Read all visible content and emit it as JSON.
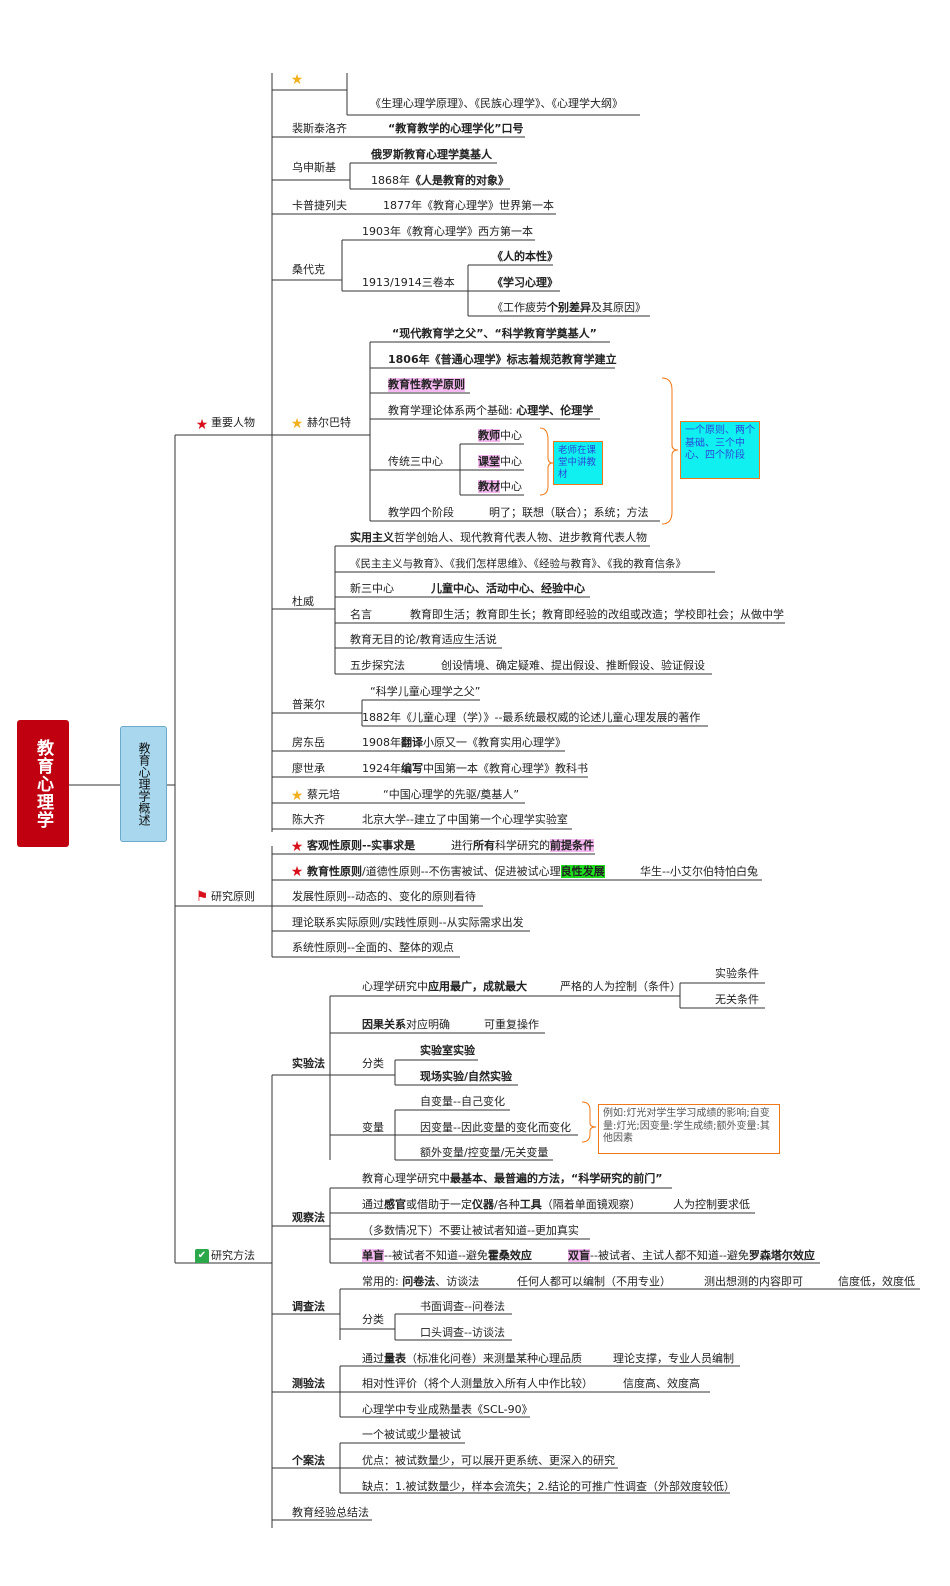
{
  "root": "教育心理学",
  "sub": "教育心理学概述",
  "branches": {
    "people": "重要人物",
    "principles": "研究原则",
    "methods": "研究方法"
  },
  "top": {
    "books": "《生理心理学原理》、《民族心理学》、《心理学大纲》"
  },
  "fst": {
    "name": "裴斯泰洛齐",
    "slogan": "“教育教学的心理学化”口号"
  },
  "wsj": {
    "name": "乌申斯基",
    "title": "俄罗斯教育心理学奠基人",
    "book_pre": "1868年",
    "book": "《人是教育的对象》"
  },
  "kpj": {
    "name": "卡普捷列夫",
    "text": "1877年《教育心理学》世界第一本"
  },
  "sdk": {
    "name": "桑代克",
    "t1": "1903年《教育心理学》西方第一本",
    "t2": "1913/1914三卷本",
    "v1": "《人的本性》",
    "v2": "《学习心理》",
    "v3_pre": "《工作疲劳",
    "v3_b": "个别差异",
    "v3_post": "及其原因》"
  },
  "hebt": {
    "name": "赫尔巴特",
    "f1": "“现代教育学之父”、“科学教育学奠基人”",
    "f2": "1806年《普通心理学》标志着规范教育学建立",
    "f3": "教育性教学原则",
    "f4_pre": "教育学理论体系两个基础:",
    "f4_b": "心理学、伦理学",
    "f5": "传统三中心",
    "c1a": "教师",
    "c1b": "中心",
    "c2a": "课堂",
    "c2b": "中心",
    "c3a": "教材",
    "c3b": "中心",
    "note3": "老师在课堂中讲教材",
    "f6": "教学四个阶段",
    "f6v": "明了；联想（联合）；系统；方法",
    "note4": "一个原则、两个基础、三个中心、四个阶段"
  },
  "dewey": {
    "name": "杜威",
    "d1_b": "实用主义",
    "d1": "哲学创始人、现代教育代表人物、进步教育代表人物",
    "d2": "《民主主义与教育》、《我们怎样思维》、《经验与教育》、《我的教育信条》",
    "d3": "新三中心",
    "d3v": "儿童中心、活动中心、经验中心",
    "d4": "名言",
    "d4v": "教育即生活；教育即生长；教育即经验的改组或改造；学校即社会；从做中学",
    "d5": "教育无目的论/教育适应生活说",
    "d6": "五步探究法",
    "d6v": "创设情境、确定疑难、提出假设、推断假设、验证假设"
  },
  "preyer": {
    "name": "普莱尔",
    "p1": "“科学儿童心理学之父”",
    "p2": "1882年《儿童心理（学）》--最系统最权威的论述儿童心理发展的著作"
  },
  "fdy": {
    "name": "房东岳",
    "pre": "1908年",
    "b": "翻译",
    "post": "小原又一《教育实用心理学》"
  },
  "lsc": {
    "name": "廖世承",
    "pre": "1924年",
    "b": "编写",
    "post": "中国第一本《教育心理学》教科书"
  },
  "cyp": {
    "name": "蔡元培",
    "text": "“中国心理学的先驱/奠基人”"
  },
  "cdq": {
    "name": "陈大齐",
    "text": "北京大学--建立了中国第一个心理学实验室"
  },
  "principles": {
    "p1": "客观性原则--实事求是",
    "p1v_pre": "进行",
    "p1v_b": "所有",
    "p1v_mid": "科学研究的",
    "p1v_hl": "前提条件",
    "p2_b": "教育性原则",
    "p2": "/道德性原则--不伤害被试、促进被试心理",
    "p2_hl": "良性发展",
    "p2x": "华生--小艾尔伯特怕白兔",
    "p3": "发展性原则--动态的、变化的原则看待",
    "p4": "理论联系实际原则/实践性原则--从实际需求出发",
    "p5": "系统性原则--全面的、整体的观点"
  },
  "exp": {
    "name": "实验法",
    "e1_pre": "心理学研究中",
    "e1_b": "应用最广，成就最大",
    "e1v": "严格的人为控制（条件）",
    "c1": "实验条件",
    "c2": "无关条件",
    "e2_b": "因果关系",
    "e2": "对应明确",
    "e2v": "可重复操作",
    "e3": "分类",
    "e3a": "实验室实验",
    "e3b": "现场实验/自然实验",
    "e4": "变量",
    "v1": "自变量--自己变化",
    "v2": "因变量--因此变量的变化而变化",
    "v3": "额外变量/控变量/无关变量",
    "note": "例如:灯光对学生学习成绩的影响;自变量:灯光;因变量:学生成绩;额外变量:其他因素"
  },
  "obs": {
    "name": "观察法",
    "o1_pre": "教育心理学研究中",
    "o1_b": "最基本、最普遍的方法，“科学研究的前门”",
    "o2_pre": "通过",
    "o2_b1": "感官",
    "o2_mid": "或借助于一定",
    "o2_b2": "仪器",
    "o2_mid2": "/各种",
    "o2_b3": "工具",
    "o2_post": "（隔着单面镜观察）",
    "o2v": "人为控制要求低",
    "o3": "（多数情况下）不要让被试者知道--更加真实",
    "o4_hl": "单盲",
    "o4": "--被试者不知道--避免",
    "o4_b": "霍桑效应",
    "o5_hl": "双盲",
    "o5": "--被试者、主试人都不知道--避免",
    "o5_b": "罗森塔尔效应"
  },
  "srv": {
    "name": "调查法",
    "s1_pre": "常用的:",
    "s1_b": "问卷法",
    "s1_post": "、访谈法",
    "s1v": "任何人都可以编制（不用专业）",
    "s1w": "测出想测的内容即可",
    "s1x": "信度低，效度低",
    "s2": "分类",
    "s2a": "书面调查--问卷法",
    "s2b": "口头调查--访谈法"
  },
  "test": {
    "name": "测验法",
    "t1_pre": "通过",
    "t1_b": "量表",
    "t1_post": "（标准化问卷）来测量某种心理品质",
    "t1v": "理论支撑，专业人员编制",
    "t2": "相对性评价（将个人测量放入所有人中作比较）",
    "t2v": "信度高、效度高",
    "t3": "心理学中专业成熟量表《SCL-90》"
  },
  "case": {
    "name": "个案法",
    "c1": "一个被试或少量被试",
    "c2": "优点：被试数量少，可以展开更系统、更深入的研究",
    "c3": "缺点：1.被试数量少，样本会流失；2.结论的可推广性调查（外部效度较低）"
  },
  "edu_exp": "教育经验总结法",
  "colors": {
    "root": "#c00010",
    "sub": "#a9d8ee",
    "highlight": "#f5b8f0",
    "green": "#1fe01f",
    "note_border": "#f07818",
    "note_cyan": "#10f0f0"
  }
}
